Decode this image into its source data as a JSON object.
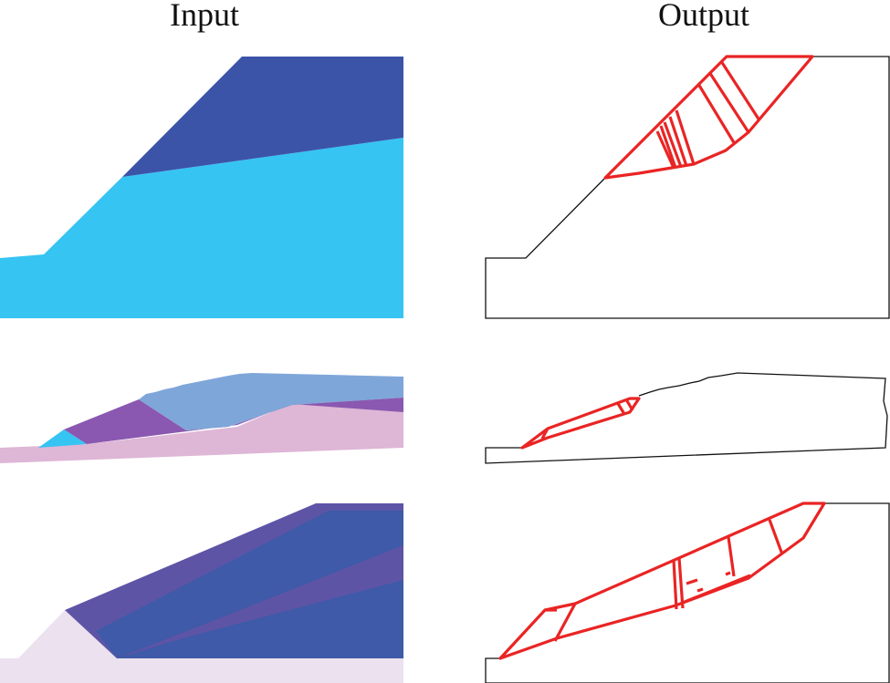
{
  "headers": {
    "input": "Input",
    "output": "Output"
  },
  "colors": {
    "dark_blue": "#3c54a8",
    "cyan": "#36c4f3",
    "mid_blue": "#7fa6d9",
    "purple": "#8a58b0",
    "pink": "#deb6d6",
    "deep_blue": "#3e5aa8",
    "violet": "#5e54a6",
    "lavender": "#ebe1ef",
    "slip_red": "#ea2424",
    "outline": "#111111"
  },
  "panels": [
    {
      "id": "row-1",
      "input": "input-slope-1",
      "output": "output-slope-1"
    },
    {
      "id": "row-2",
      "input": "input-slope-2",
      "output": "output-slope-2"
    },
    {
      "id": "row-3",
      "input": "input-slope-3",
      "output": "output-slope-3"
    }
  ]
}
